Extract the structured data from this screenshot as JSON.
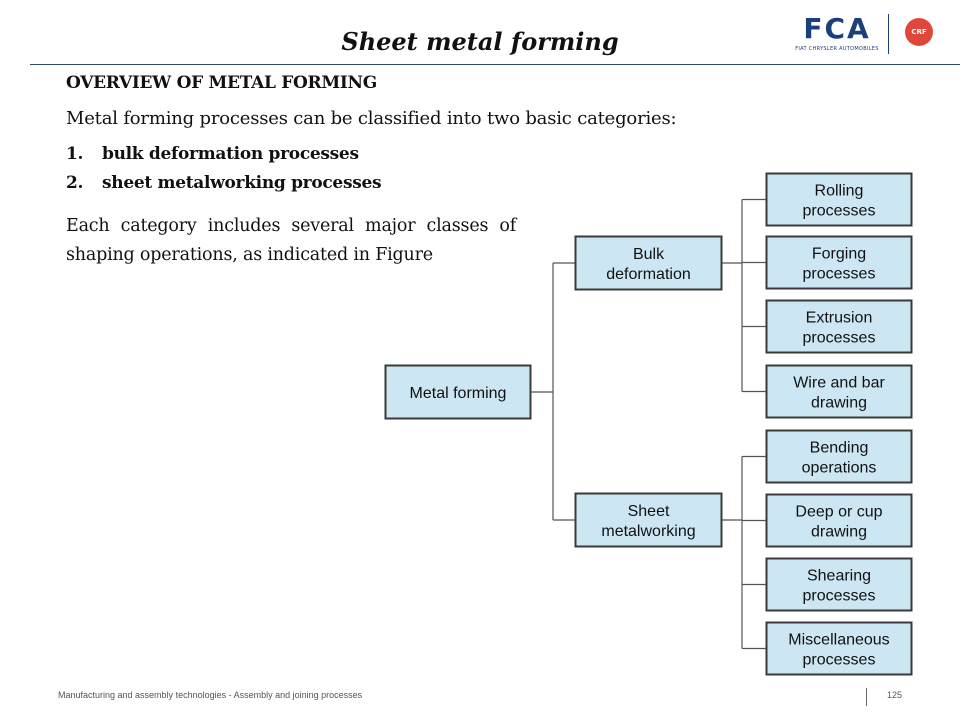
{
  "header": {
    "title": "Sheet metal forming",
    "logo_fca": "FCA",
    "logo_fca_sub": "FIAT CHRYSLER AUTOMOBILES",
    "logo_crf": "CRF",
    "brand_color": "#1b3f78",
    "crf_color": "#e0473a"
  },
  "content": {
    "heading": "OVERVIEW OF METAL FORMING",
    "intro": "Metal forming processes can be classified into two basic categories:",
    "categories": [
      {
        "num": "1.",
        "label": "bulk deformation processes"
      },
      {
        "num": "2.",
        "label": "sheet metalworking processes"
      }
    ],
    "paragraph": "Each category includes several major classes of shaping operations, as indicated in Figure"
  },
  "diagram": {
    "box_fill": "#cce7f3",
    "root": [
      "Metal forming"
    ],
    "bulk": [
      "Bulk",
      "deformation"
    ],
    "sheet": [
      "Sheet",
      "metalworking"
    ],
    "bulk_children": [
      [
        "Rolling",
        "processes"
      ],
      [
        "Forging",
        "processes"
      ],
      [
        "Extrusion",
        "processes"
      ],
      [
        "Wire and bar",
        "drawing"
      ]
    ],
    "sheet_children": [
      [
        "Bending",
        "operations"
      ],
      [
        "Deep or cup",
        "drawing"
      ],
      [
        "Shearing",
        "processes"
      ],
      [
        "Miscellaneous",
        "processes"
      ]
    ]
  },
  "footer": {
    "text": "Manufacturing and assembly technologies - Assembly and joining processes",
    "page": "125"
  }
}
